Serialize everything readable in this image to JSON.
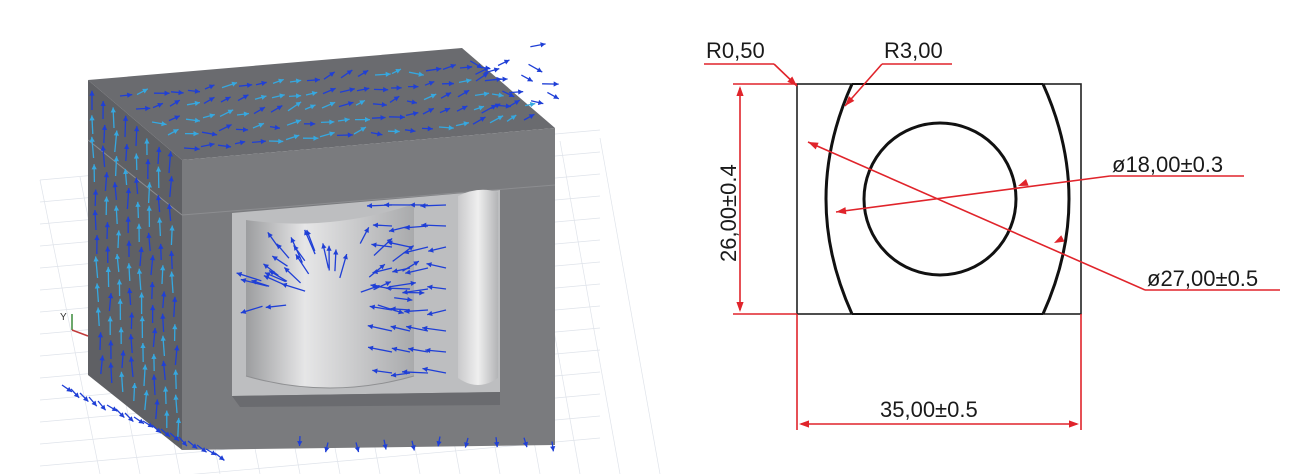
{
  "model_view": {
    "axis_label": "Y",
    "colors": {
      "body_front": "#7a7b7e",
      "body_top": "#6a6b6f",
      "body_side": "#5f6064",
      "window_bg": "#bdbec0",
      "cylinder": "#cfcfd1",
      "arrow_dark": "#1f3fd6",
      "arrow_light": "#36a8e0"
    }
  },
  "drawing": {
    "labels": {
      "r050": "R0,50",
      "r300": "R3,00",
      "height": "26,00±0.4",
      "width": "35,00±0.5",
      "d18": "ø18,00±0.3",
      "d27": "ø27,00±0.5"
    },
    "colors": {
      "line_red": "#e0242b",
      "outline": "#111111",
      "thin": "#333333"
    }
  }
}
